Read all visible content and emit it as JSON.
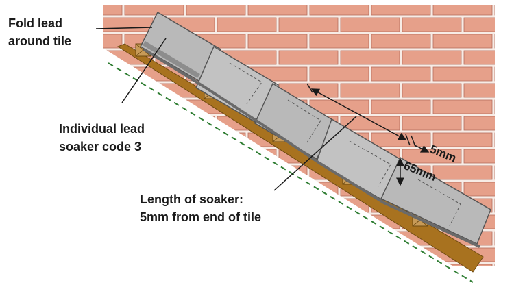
{
  "labels": {
    "fold_line1": "Fold lead",
    "fold_line2": "around tile",
    "soaker_line1": "Individual lead",
    "soaker_line2": "soaker code 3",
    "length_line1": "Length of soaker:",
    "length_line2": "5mm from end of tile"
  },
  "dimensions": {
    "gap": "5mm",
    "height": "65mm"
  },
  "colors": {
    "brick": "#e6a08a",
    "mortar": "#f7ece6",
    "rafter": "#a8721f",
    "batten": "#c79a57",
    "tile": "#b9b9b9",
    "tile_edge": "#555555",
    "soaker": "#8d8d8d",
    "dashed_line": "#2e7d32"
  }
}
